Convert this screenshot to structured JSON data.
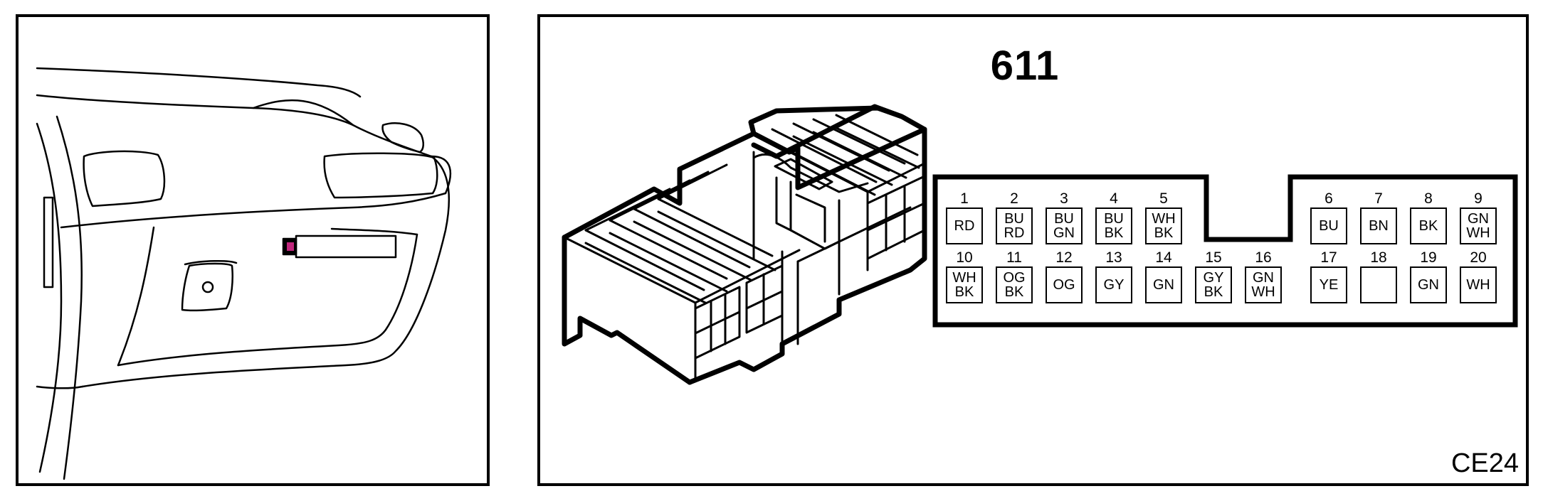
{
  "diagram": {
    "connector_number": "611",
    "figure_code": "CE24",
    "colors": {
      "stroke": "#000000",
      "location_marker": "#c0267c",
      "background": "#ffffff"
    }
  },
  "pins": [
    {
      "num": "1",
      "colors": [
        "RD"
      ]
    },
    {
      "num": "2",
      "colors": [
        "BU",
        "RD"
      ]
    },
    {
      "num": "3",
      "colors": [
        "BU",
        "GN"
      ]
    },
    {
      "num": "4",
      "colors": [
        "BU",
        "BK"
      ]
    },
    {
      "num": "5",
      "colors": [
        "WH",
        "BK"
      ]
    },
    {
      "num": "6",
      "colors": [
        "BU"
      ]
    },
    {
      "num": "7",
      "colors": [
        "BN"
      ]
    },
    {
      "num": "8",
      "colors": [
        "BK"
      ]
    },
    {
      "num": "9",
      "colors": [
        "GN",
        "WH"
      ]
    },
    {
      "num": "10",
      "colors": [
        "WH",
        "BK"
      ]
    },
    {
      "num": "11",
      "colors": [
        "OG",
        "BK"
      ]
    },
    {
      "num": "12",
      "colors": [
        "OG"
      ]
    },
    {
      "num": "13",
      "colors": [
        "GY"
      ]
    },
    {
      "num": "14",
      "colors": [
        "GN"
      ]
    },
    {
      "num": "15",
      "colors": [
        "GY",
        "BK"
      ]
    },
    {
      "num": "16",
      "colors": [
        "GN",
        "WH"
      ]
    },
    {
      "num": "17",
      "colors": [
        "YE"
      ]
    },
    {
      "num": "18",
      "colors": []
    },
    {
      "num": "19",
      "colors": [
        "GN"
      ]
    },
    {
      "num": "20",
      "colors": [
        "WH"
      ]
    }
  ]
}
